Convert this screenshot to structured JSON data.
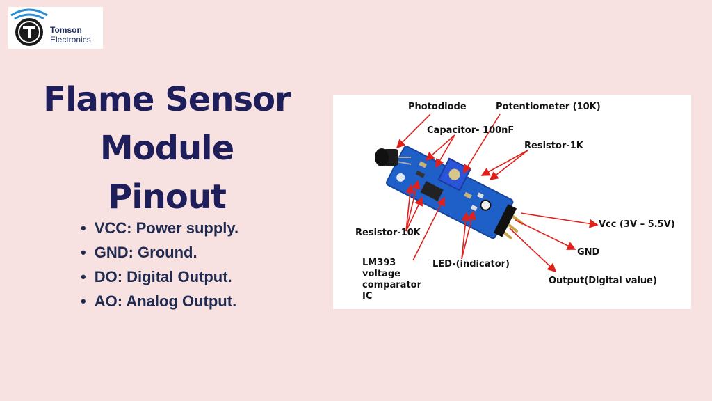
{
  "logo": {
    "name_line1": "Tomson",
    "name_line2": "Electronics"
  },
  "title": {
    "line1": "Flame Sensor",
    "line2": "Module Pinout"
  },
  "pins": [
    {
      "text": "VCC: Power supply."
    },
    {
      "text": "GND: Ground."
    },
    {
      "text": "DO: Digital Output."
    },
    {
      "text": "AO: Analog Output."
    }
  ],
  "diagram": {
    "labels": {
      "photodiode": "Photodiode",
      "potentiometer": "Potentiometer (10K)",
      "capacitor": "Capacitor- 100nF",
      "resistor_1k": "Resistor-1K",
      "resistor_10k": "Resistor-10K",
      "vcc": "Vcc (3V – 5.5V)",
      "gnd": "GND",
      "lm393_1": "LM393",
      "lm393_2": "voltage",
      "lm393_3": "comparator",
      "lm393_4": "IC",
      "led": "LED-(indicator)",
      "output": "Output(Digital value)"
    }
  },
  "colors": {
    "background": "#f8e1e1",
    "title": "#1e1e5a",
    "arrow": "#e0201b",
    "pcb": "#1f5fc8"
  }
}
